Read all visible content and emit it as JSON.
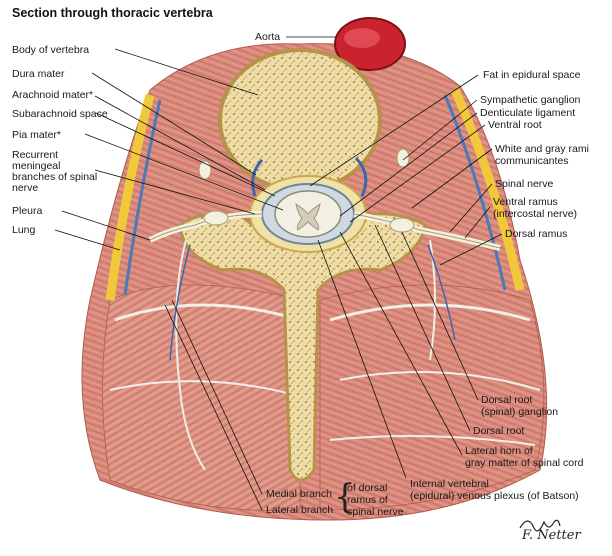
{
  "title": "Section through thoracic vertebra",
  "labels_left": {
    "body_of_vertebra": "Body of vertebra",
    "dura_mater": "Dura mater",
    "arachnoid_mater": "Arachnoid mater*",
    "subarachnoid_space": "Subarachnoid space",
    "pia_mater": "Pia mater*",
    "recurrent_meningeal": [
      "Recurrent",
      "meningeal",
      "branches of spinal",
      "nerve"
    ],
    "pleura": "Pleura",
    "lung": "Lung"
  },
  "labels_top": {
    "aorta": "Aorta"
  },
  "labels_right": {
    "fat_epidural": "Fat in epidural space",
    "sympathetic_ganglion": "Sympathetic ganglion",
    "denticulate_ligament": "Denticulate ligament",
    "ventral_root": "Ventral root",
    "rami_communicantes": [
      "White and gray rami",
      "communicantes"
    ],
    "spinal_nerve": "Spinal nerve",
    "ventral_ramus": [
      "Ventral ramus",
      "(intercostal nerve)"
    ],
    "dorsal_ramus": "Dorsal ramus",
    "dorsal_root_ganglion": [
      "Dorsal root",
      "(spinal) ganglion"
    ],
    "dorsal_root": "Dorsal root",
    "lateral_horn": [
      "Lateral horn of",
      "gray matter of spinal cord"
    ],
    "venous_plexus": [
      "Internal vertebral",
      "(epidural) venous plexus (of Batson)"
    ]
  },
  "labels_bottom": {
    "medial_branch": "Medial branch",
    "lateral_branch": "Lateral branch",
    "of_dorsal_ramus": [
      "of dorsal",
      "ramus of",
      "spinal nerve"
    ]
  },
  "signature": "F. Netter"
}
